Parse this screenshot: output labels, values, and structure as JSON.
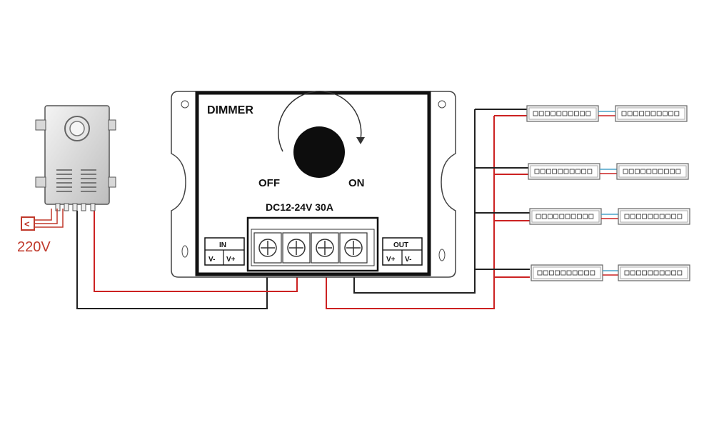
{
  "supply_voltage_label": "220V",
  "dimmer": {
    "title": "DIMMER",
    "knob_off_label": "OFF",
    "knob_on_label": "ON",
    "rating_label": "DC12-24V 30A",
    "input_block": {
      "title": "IN",
      "left_terminal": "V-",
      "right_terminal": "V+"
    },
    "output_block": {
      "title": "OUT",
      "left_terminal": "V+",
      "right_terminal": "V-"
    }
  },
  "led_strips": {
    "rows": 4,
    "segments_per_row": 2,
    "leds_per_segment": 10
  },
  "colors": {
    "wire_positive": "#cc2222",
    "wire_negative": "#222222",
    "plug_accent": "#c0392b",
    "strip_connector": "#4aa3c8"
  }
}
